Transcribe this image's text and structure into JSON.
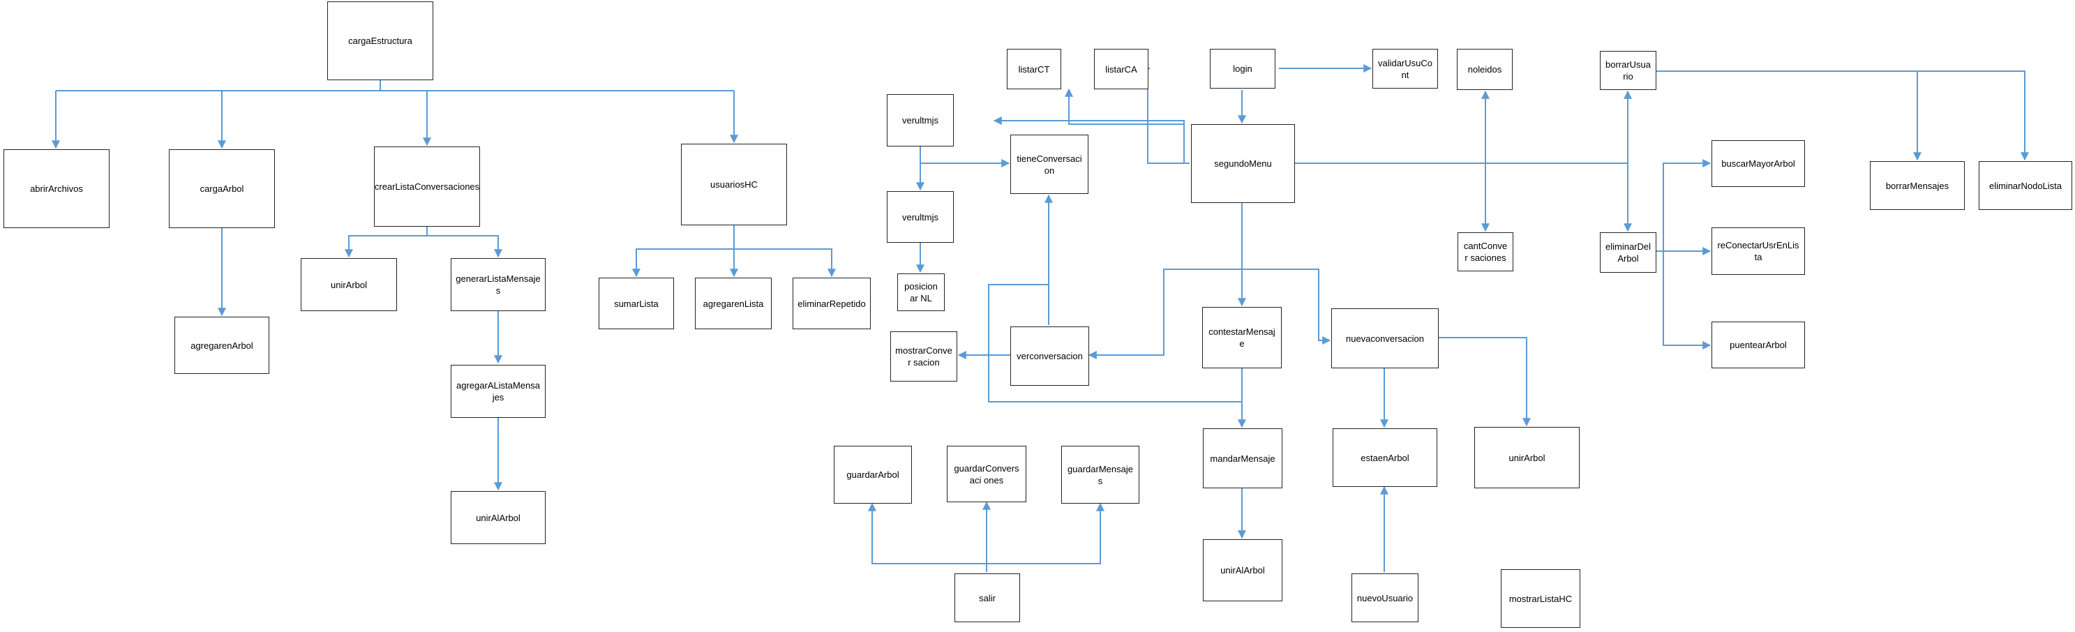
{
  "nodes": {
    "cargaEstructura": "cargaEstructura",
    "abrirArchivos": "abrirArchivos",
    "cargaArbol": "cargaArbol",
    "agregarenArbol_1": "agregarenArbol",
    "crearListaConversaciones": "crearListaConversaciones",
    "unirArbol_1": "unirArbol",
    "generarListaMensajes": "generarListaMensajes",
    "agregarAListaMensajes": "agregarAListaMensajes",
    "unirAlArbol_1": "unirAlArbol",
    "usuariosHC": "usuariosHC",
    "sumarLista": "sumarLista",
    "agregarenLista": "agregarenLista",
    "eliminarRepetido": "eliminarRepetido",
    "verultmjs_1": "verultmjs",
    "verultmjs_2": "verultmjs",
    "posicionarNL": "posicionar NL",
    "tieneConversacion": "tieneConversacion",
    "listarCT": "listarCT",
    "listarCA": "listarCA",
    "login": "login",
    "validarUsuCont": "validarUsuCont",
    "noleidos": "noleidos",
    "cantConversaciones": "cantConver saciones",
    "segundoMenu": "segundoMenu",
    "borrarUsuario": "borrarUsuario",
    "eliminarDelArbol": "eliminarDel Arbol",
    "buscarMayorArbol": "buscarMayorArbol",
    "reConectarUsrEnLista": "reConectarUsrEnLista",
    "puentearArbol": "puentearArbol",
    "borrarMensajes": "borrarMensajes",
    "eliminarNodoLista": "eliminarNodoLista",
    "mostrarConversacion": "mostrarConver sacion",
    "verconversacion": "verconversacion",
    "contestarMensaje": "contestarMensaje",
    "nuevaconversacion": "nuevaconversacion",
    "mandarMensaje": "mandarMensaje",
    "unirAlArbol_2": "unirAlArbol",
    "estaenArbol": "estaenArbol",
    "unirArbol_2": "unirArbol",
    "nuevoUsuario": "nuevoUsuario",
    "mostrarListaHC": "mostrarListaHC",
    "guardarArbol": "guardarArbol",
    "guardarConversaciones": "guardarConversaci ones",
    "guardarMensajes": "guardarMensajes",
    "salir": "salir"
  },
  "colors": {
    "connector": "#5b9bd5",
    "box_border": "#222222"
  }
}
